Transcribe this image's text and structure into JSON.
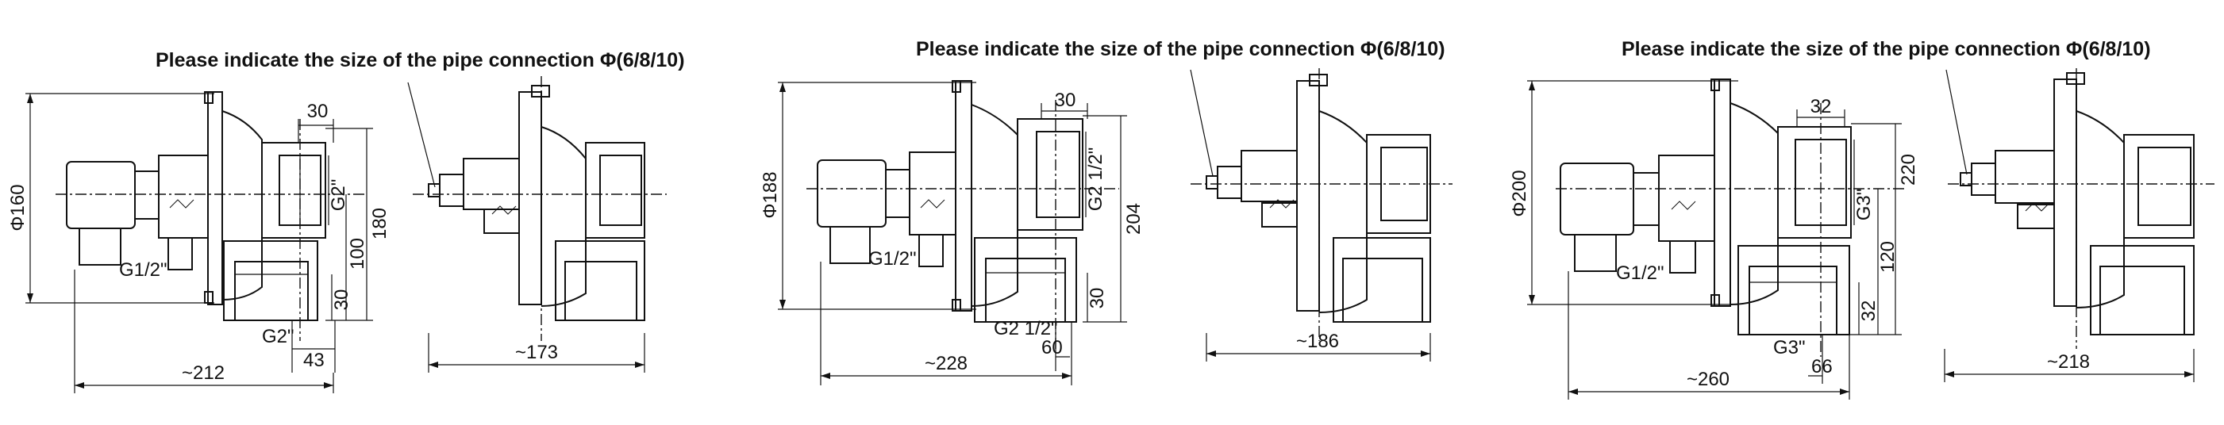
{
  "note": "Please indicate the size of the pipe connection Φ(6/8/10)",
  "variants": [
    {
      "dia": "Φ160",
      "side_width": "~212",
      "front_width": "~173",
      "dim_top": "30",
      "port_thread": "G2\"",
      "height_total": "180",
      "height_mid": "100",
      "height_bottom": "30",
      "inlet_thread": "G1/2\"",
      "outlet_thread": "G2\"",
      "outlet_offset": "43"
    },
    {
      "dia": "Φ188",
      "side_width": "~228",
      "front_width": "~186",
      "dim_top": "30",
      "port_thread": "G2 1/2\"",
      "height_total": "204",
      "height_bottom": "30",
      "inlet_thread": "G1/2\"",
      "outlet_thread": "G2 1/2\"",
      "outlet_offset": "60"
    },
    {
      "dia": "Φ200",
      "side_width": "~260",
      "front_width": "~218",
      "dim_top": "32",
      "port_thread": "G3\"",
      "height_total": "220",
      "height_mid": "120",
      "height_bottom": "32",
      "inlet_thread": "G1/2\"",
      "outlet_thread": "G3\"",
      "outlet_offset": "66"
    }
  ]
}
